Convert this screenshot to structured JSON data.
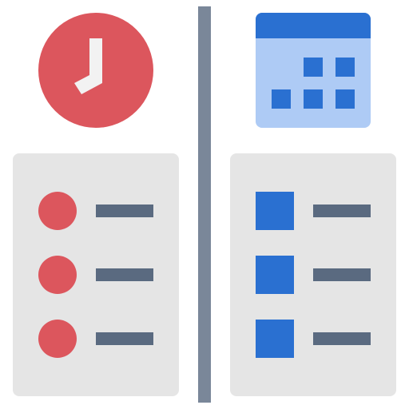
{
  "colors": {
    "background": "#ffffff",
    "divider": "#7a8799",
    "clock_face": "#dc565d",
    "clock_hands": "#f2f2f2",
    "calendar_body": "#aecbf5",
    "calendar_header": "#2a70d1",
    "calendar_cell": "#2a70d1",
    "panel": "#e5e5e5",
    "line": "#5a6a80",
    "left_bullet": "#dc565d",
    "right_bullet": "#2a70d1"
  },
  "icons": {
    "clock": "clock-icon",
    "calendar": "calendar-icon"
  },
  "left_list": {
    "bullet_shape": "circle",
    "items": [
      {
        "bullet": "circle",
        "line": "placeholder-line"
      },
      {
        "bullet": "circle",
        "line": "placeholder-line"
      },
      {
        "bullet": "circle",
        "line": "placeholder-line"
      }
    ]
  },
  "right_list": {
    "bullet_shape": "square",
    "items": [
      {
        "bullet": "square",
        "line": "placeholder-line"
      },
      {
        "bullet": "square",
        "line": "placeholder-line"
      },
      {
        "bullet": "square",
        "line": "placeholder-line"
      }
    ]
  }
}
